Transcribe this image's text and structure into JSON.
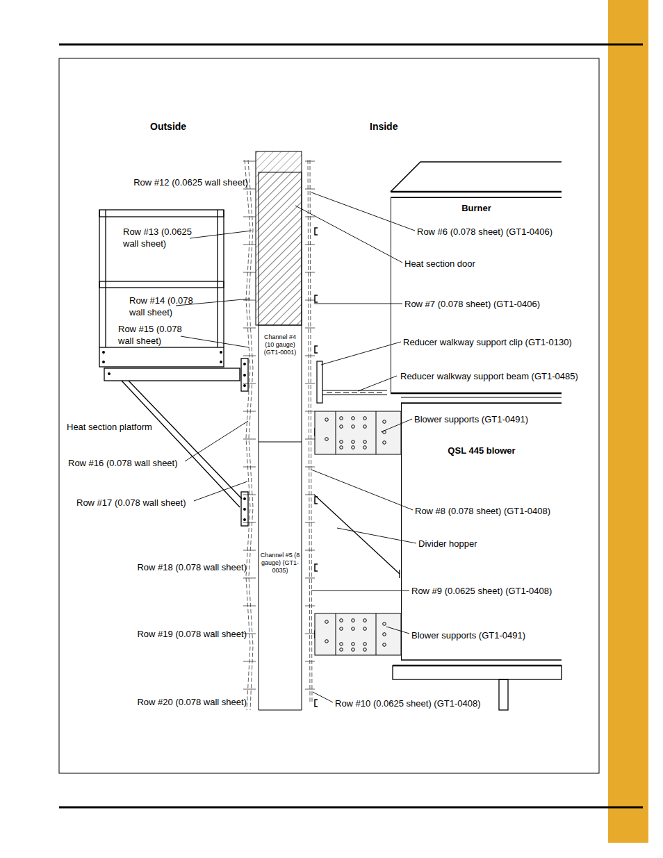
{
  "diagram": {
    "nodes": [
      {
        "text": [
          "Burner"
        ]
      },
      {
        "text": [
          "QSL 445 blower"
        ]
      },
      {
        "text": [
          "Channel #4 (10 gauge) (GT1-0001)"
        ]
      },
      {
        "text": [
          "Channel #5 (8 gauge) (GT1-0035)"
        ]
      }
    ],
    "labels": [
      "Outside",
      "Inside",
      "Row #12 (0.0625 wall sheet)",
      "Row #13 (0.0625 wall sheet)",
      "Row #14 (0.078 wall sheet)",
      "Row #15 (0.078 wall sheet)",
      "Heat section platform",
      "Row #16 (0.078 wall sheet)",
      "Row #17 (0.078 wall sheet)",
      "Row #18 (0.078 wall sheet)",
      "Row #19 (0.078 wall sheet)",
      "Row #20 (0.078 wall sheet)",
      "Row #6 (0.078 sheet) (GT1-0406)",
      "Heat section door",
      "Row #7 (0.078 sheet) (GT1-0406)",
      "Reducer walkway support clip (GT1-0130)",
      "Reducer walkway support beam (GT1-0485)",
      "Blower supports (GT1-0491)",
      "Row #8 (0.078 sheet) (GT1-0408)",
      "Divider hopper",
      "Row #9 (0.0625 sheet) (GT1-0408)",
      "Blower supports (GT1-0491)",
      "Row #10 (0.0625 sheet) (GT1-0408)"
    ]
  }
}
